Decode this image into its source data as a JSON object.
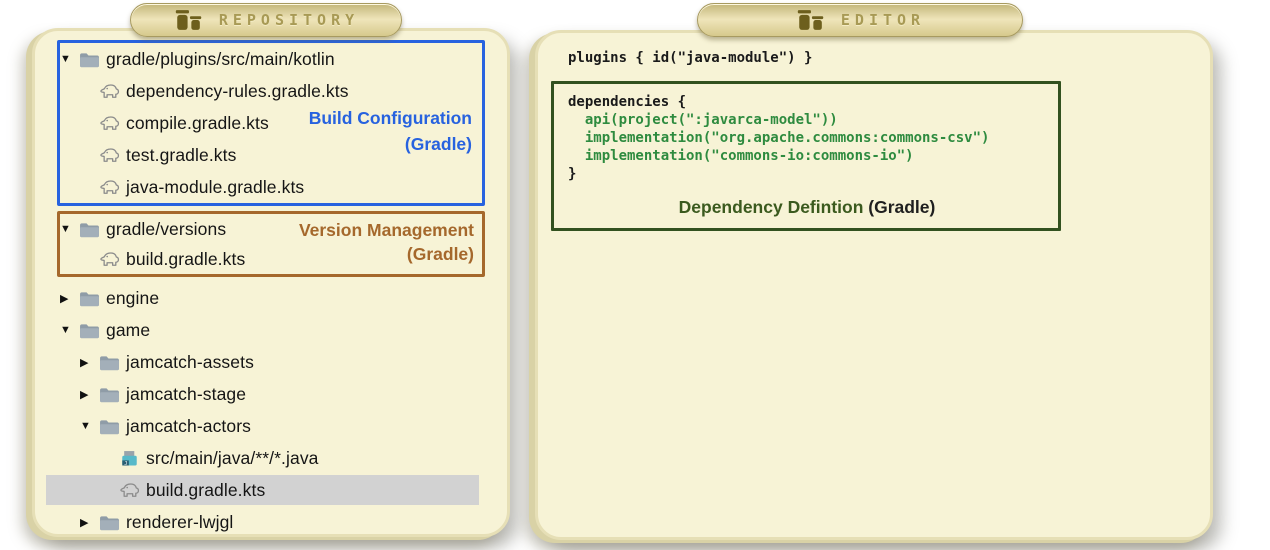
{
  "repository": {
    "tab_label": "REPOSITORY",
    "tree_sections": [
      {
        "box": "blue",
        "annotation": {
          "lines": [
            "Build Configuration",
            "(Gradle)"
          ],
          "color": "#2762df"
        },
        "rows": [
          {
            "level": 0,
            "expander": "open",
            "icon": "folder",
            "label": "gradle/plugins/src/main/kotlin",
            "selected": false
          },
          {
            "level": 1,
            "expander": "none",
            "icon": "gradle",
            "label": "dependency-rules.gradle.kts",
            "selected": false
          },
          {
            "level": 1,
            "expander": "none",
            "icon": "gradle",
            "label": "compile.gradle.kts",
            "selected": false
          },
          {
            "level": 1,
            "expander": "none",
            "icon": "gradle",
            "label": "test.gradle.kts",
            "selected": false
          },
          {
            "level": 1,
            "expander": "none",
            "icon": "gradle",
            "label": "java-module.gradle.kts",
            "selected": false
          }
        ]
      },
      {
        "box": "brown",
        "annotation": {
          "lines": [
            "Version Management",
            "(Gradle)"
          ],
          "color": "#a5682c"
        },
        "rows": [
          {
            "level": 0,
            "expander": "open",
            "icon": "folder",
            "label": "gradle/versions",
            "selected": false
          },
          {
            "level": 1,
            "expander": "none",
            "icon": "gradle",
            "label": "build.gradle.kts",
            "selected": false
          }
        ]
      },
      {
        "box": null,
        "annotation": null,
        "rows": [
          {
            "level": 0,
            "expander": "closed",
            "icon": "folder",
            "label": "engine",
            "selected": false
          },
          {
            "level": 0,
            "expander": "open",
            "icon": "folder",
            "label": "game",
            "selected": false
          },
          {
            "level": 1,
            "expander": "closed",
            "icon": "folder",
            "label": "jamcatch-assets",
            "selected": false
          },
          {
            "level": 1,
            "expander": "closed",
            "icon": "folder",
            "label": "jamcatch-stage",
            "selected": false
          },
          {
            "level": 1,
            "expander": "open",
            "icon": "folder",
            "label": "jamcatch-actors",
            "selected": false
          },
          {
            "level": 2,
            "expander": "none",
            "icon": "java",
            "label": "src/main/java/**/*.java",
            "selected": false
          },
          {
            "level": 2,
            "expander": "none",
            "icon": "gradle",
            "label": "build.gradle.kts",
            "selected": true
          },
          {
            "level": 1,
            "expander": "closed",
            "icon": "folder",
            "label": "renderer-lwjgl",
            "selected": false
          }
        ]
      }
    ]
  },
  "editor": {
    "tab_label": "EDITOR",
    "plugins_line": "plugins { id(\"java-module\") }",
    "code_lines": [
      {
        "text": "dependencies {",
        "color": "plain"
      },
      {
        "text": "  api(project(\":javarca-model\"))",
        "color": "green"
      },
      {
        "text": "  implementation(\"org.apache.commons:commons-csv\")",
        "color": "green"
      },
      {
        "text": "  implementation(\"commons-io:commons-io\")",
        "color": "green"
      },
      {
        "text": "}",
        "color": "plain"
      }
    ],
    "caption": {
      "title": "Dependency Defintion",
      "suffix": " (Gradle)"
    }
  },
  "colors": {
    "panel_background": "#f7f3d6",
    "tab_gold": "#d6c98c",
    "tab_text": "#a89a55",
    "jar_icon": "#6d5f1d",
    "blue_accent": "#2762df",
    "brown_accent": "#a5682c",
    "green_border": "#32511f",
    "code_green": "#2e8b3f",
    "caption_green": "#3b5a1e",
    "selection_gray": "#d2d2d2",
    "folder_gray": "#9aa6b0"
  }
}
